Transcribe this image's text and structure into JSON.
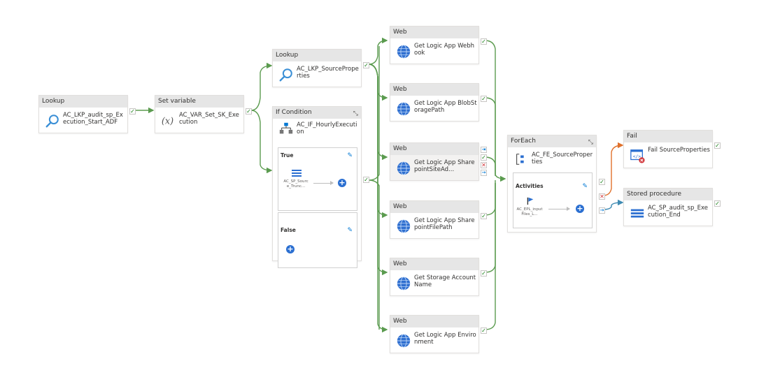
{
  "colors": {
    "success_line": "#5b9b4f",
    "fail_line": "#e0712c",
    "completion_line": "#3f8bb3",
    "header_bg": "#e6e6e6",
    "accent": "#2b6fd1"
  },
  "activities": {
    "lookup_audit": {
      "type": "Lookup",
      "name": "AC_LKP_audit_sp_Execution_Start_ADF",
      "icon": "search-icon"
    },
    "set_variable": {
      "type": "Set variable",
      "name": "AC_VAR_Set_SK_Execution",
      "icon": "variable-icon"
    },
    "lookup_source": {
      "type": "Lookup",
      "name": "AC_LKP_SourceProperties",
      "icon": "search-icon"
    },
    "if_condition": {
      "type": "If Condition",
      "name": "AC_IF_HourlyExecution",
      "icon": "if-condition-icon",
      "true_label": "True",
      "false_label": "False",
      "true_child": "AC_SP_Source_Trunc..."
    },
    "web_webhook": {
      "type": "Web",
      "name": "Get Logic App Webhook",
      "icon": "globe-icon"
    },
    "web_blob": {
      "type": "Web",
      "name": "Get Logic App BlobStoragePath",
      "icon": "globe-icon"
    },
    "web_sharepoint_site": {
      "type": "Web",
      "name": "Get Logic App SharepointSiteAd...",
      "icon": "globe-icon"
    },
    "web_sharepoint_file": {
      "type": "Web",
      "name": "Get Logic App SharepointFilePath",
      "icon": "globe-icon"
    },
    "web_storage": {
      "type": "Web",
      "name": "Get Storage Account Name",
      "icon": "globe-icon"
    },
    "web_environment": {
      "type": "Web",
      "name": "Get Logic App Environment",
      "icon": "globe-icon"
    },
    "foreach": {
      "type": "ForEach",
      "name": "AC_FE_SourceProperties",
      "icon": "foreach-icon",
      "activities_label": "Activities",
      "child": "AC_EPL_inputFiles_L..."
    },
    "fail": {
      "type": "Fail",
      "name": "Fail SourceProperties",
      "icon": "fail-icon"
    },
    "stored_procedure": {
      "type": "Stored procedure",
      "name": "AC_SP_audit_sp_Execution_End",
      "icon": "stored-procedure-icon"
    }
  }
}
